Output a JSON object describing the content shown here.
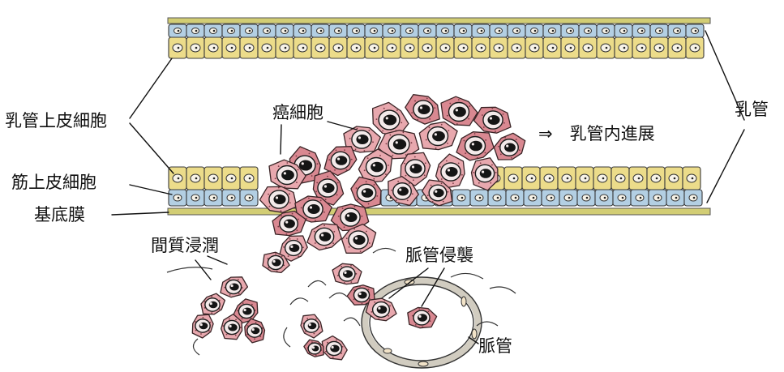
{
  "labels": {
    "luminal_epithelial": "乳管上皮細胞",
    "myoepithelial": "筋上皮細胞",
    "basement_membrane": "基底膜",
    "cancer_cells": "癌細胞",
    "intraductal_spread": "⇒　乳管内進展",
    "duct": "乳管",
    "stromal_invasion": "間質浸潤",
    "vascular_invasion": "脈管侵襲",
    "vessel": "脈管"
  },
  "colors": {
    "luminal_cell": "#ecdc8a",
    "myoepithelial_cell": "#b3cfe3",
    "basement_membrane": "#c9c46a",
    "cancer_cell": "#d98891",
    "cancer_cell_light": "#e8a8ae",
    "nucleus": "#151515",
    "outline": "#3a3a3a"
  }
}
